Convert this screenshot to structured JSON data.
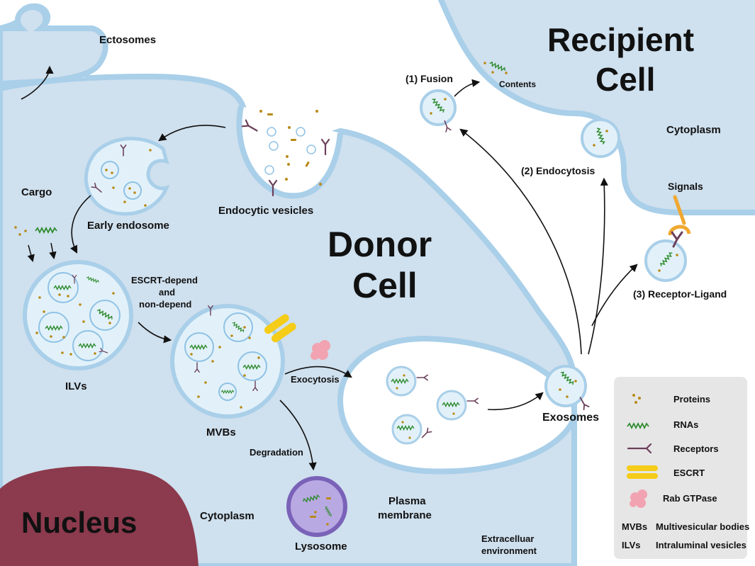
{
  "labels": {
    "ectosomes": "Ectosomes",
    "recipient_line1": "Recipient",
    "recipient_line2": "Cell",
    "fusion": "(1) Fusion",
    "contents": "Contents",
    "cytoplasm_recipient": "Cytoplasm",
    "endocytosis": "(2) Endocytosis",
    "signals": "Signals",
    "receptor_ligand": "(3) Receptor-Ligand",
    "cargo": "Cargo",
    "early_endosome": "Early endosome",
    "endocytic_vesicles": "Endocytic vesicles",
    "donor_line1": "Donor",
    "donor_line2": "Cell",
    "escrt_line1": "ESCRT-depend",
    "escrt_line2": "and",
    "escrt_line3": "non-depend",
    "ilvs": "ILVs",
    "mvbs": "MVBs",
    "exocytosis": "Exocytosis",
    "exosomes": "Exosomes",
    "degradation": "Degradation",
    "nucleus": "Nucleus",
    "cytoplasm_donor": "Cytoplasm",
    "lysosome": "Lysosome",
    "plasma_line1": "Plasma",
    "plasma_line2": "membrane",
    "extra_line1": "Extracelluar",
    "extra_line2": "environment"
  },
  "legend": {
    "items": [
      {
        "label": "Proteins",
        "icon": "protein-dots-icon"
      },
      {
        "label": "RNAs",
        "icon": "rna-zigzag-icon"
      },
      {
        "label": "Receptors",
        "icon": "receptor-icon"
      },
      {
        "label": "ESCRT",
        "icon": "escrt-bars-icon"
      },
      {
        "label": "Rab GTPase",
        "icon": "rab-gtpase-icon"
      }
    ],
    "abbreviations": [
      {
        "abbr": "MVBs",
        "full": "Multivesicular bodies"
      },
      {
        "abbr": "ILVs",
        "full": "Intraluminal vesicles"
      }
    ]
  },
  "colors": {
    "cell_fill": "#cfe0ee",
    "membrane": "#a9cfe9",
    "vesicle_fill": "#e2f1f9",
    "rna": "#2e8b2e",
    "protein": "#b88a17",
    "receptor": "#6b3f5a",
    "escrt": "#f5cc18",
    "rab": "#f2a3b1",
    "nucleus": "#8c3a4d",
    "lysosome": "#8f7ac8",
    "signal": "#f0a830",
    "legend_bg": "#e6e6e6"
  }
}
